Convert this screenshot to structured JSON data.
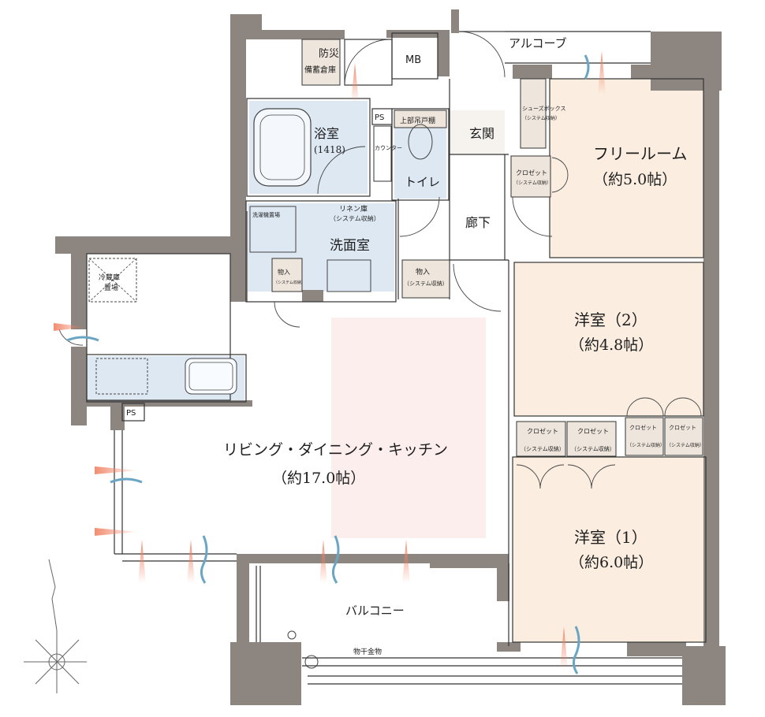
{
  "colors": {
    "wall": "#8c8580",
    "room_bed": "#fbeee1",
    "room_wet": "#dde8f3",
    "storage": "#eee6dc",
    "ldk_highlight": "#fdeeee",
    "airflow_warm": "#f08060",
    "airflow_cool": "#6aa6c4"
  },
  "rooms": {
    "free_room_name": "フリールーム",
    "free_room_size": "（約5.0帖）",
    "western2_name": "洋室（2）",
    "western2_size": "（約4.8帖）",
    "western1_name": "洋室（1）",
    "western1_size": "（約6.0帖）",
    "ldk_name": "リビング・ダイニング・キッチン",
    "ldk_size": "（約17.0帖）",
    "bathroom_name": "浴室",
    "bathroom_size": "(1418)",
    "washroom": "洗面室",
    "toilet": "トイレ",
    "entrance": "玄関",
    "corridor": "廊下",
    "alcove": "アルコーブ",
    "balcony": "バルコニー"
  },
  "labels": {
    "disaster_storage": "防災",
    "disaster_storage2": "備蓄倉庫",
    "mb": "MB",
    "ps": "PS",
    "upper_cabinet": "上部吊戸棚",
    "counter": "カウンター",
    "shoe_box": "シューズボックス",
    "shoe_box_sub": "（システム収納）",
    "closet": "クロゼット",
    "closet_sub": "（システム収納）",
    "linen": "リネン庫",
    "linen_sub": "（システム収納）",
    "storage": "物入",
    "storage_sub": "（システム収納）",
    "washer": "洗濯機置場",
    "fridge": "冷蔵庫",
    "fridge2": "置場",
    "laundry_hardware": "物干金物"
  }
}
